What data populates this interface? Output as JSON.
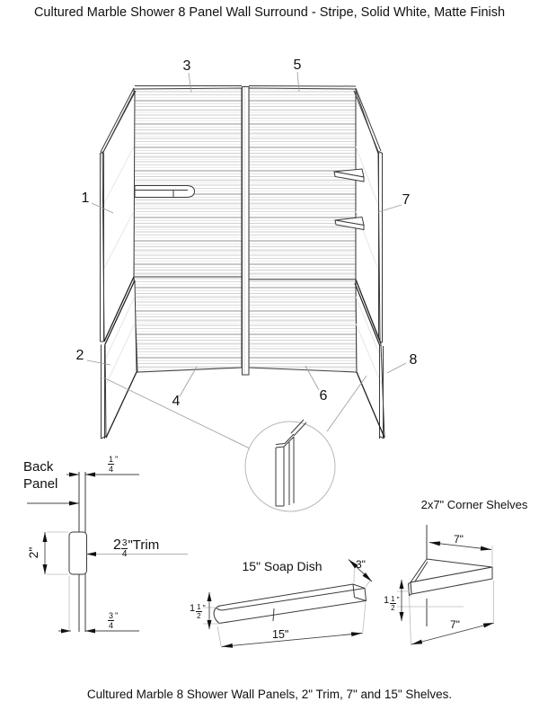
{
  "title": "Cultured Marble Shower 8 Panel Wall Surround - Stripe, Solid White, Matte Finish",
  "caption": "Cultured Marble 8 Shower Wall Panels, 2\" Trim, 7\" and 15\" Shelves.",
  "main_drawing": {
    "part_labels": {
      "p1": "1",
      "p2": "2",
      "p3": "3",
      "p4": "4",
      "p5": "5",
      "p6": "6",
      "p7": "7",
      "p8": "8"
    }
  },
  "back_panel_detail": {
    "label": "Back Panel",
    "panel_thickness": {
      "num": "1",
      "den": "4",
      "unit": "\""
    },
    "trim_height": "2\"",
    "trim_label": {
      "prefix": "2",
      "num": "3",
      "den": "4",
      "suffix": "\"Trim"
    },
    "trim_thickness": {
      "num": "3",
      "den": "4",
      "unit": "\""
    }
  },
  "soap_dish_detail": {
    "title": "15\" Soap Dish",
    "depth": "3\"",
    "thickness": {
      "whole": "1",
      "num": "1",
      "den": "2",
      "unit": "\""
    },
    "length": "15\""
  },
  "corner_shelf_detail": {
    "title": "2x7\" Corner Shelves",
    "top_width": "7\"",
    "thickness": {
      "whole": "1",
      "num": "1",
      "den": "2",
      "unit": "\""
    },
    "bottom_width": "7\""
  },
  "colors": {
    "line": "#3a3a3a",
    "leader": "#9a9a9a",
    "background": "#ffffff"
  }
}
